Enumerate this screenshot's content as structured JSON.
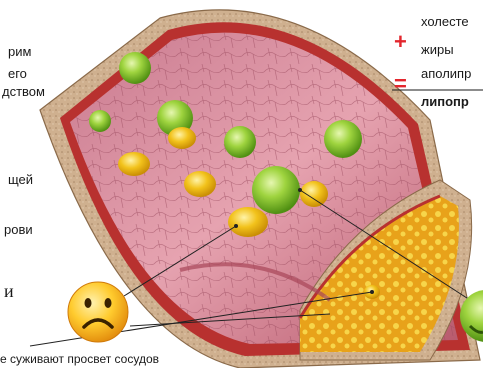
{
  "left_text": {
    "line1": "рим",
    "line2": "его",
    "line3": "дством",
    "line4": "щей",
    "line5": "рови",
    "line6": "и"
  },
  "bottom_caption": "е суживают просвет сосудов",
  "formula": {
    "plus_sign": "+",
    "equals_sign": "=",
    "term1": "холесте",
    "term2": "жиры",
    "term3": "аполипр",
    "result": "липопр"
  },
  "colors": {
    "accent_red": "#e3262d",
    "particle_green": "#8cc63f",
    "particle_yellow": "#f2c21b",
    "vessel_tissue": "#d98a9a",
    "vessel_wall": "#c8a68a"
  },
  "icons": {
    "sad_face": "sad-face-icon",
    "happy_face_partial": "happy-face-icon"
  }
}
